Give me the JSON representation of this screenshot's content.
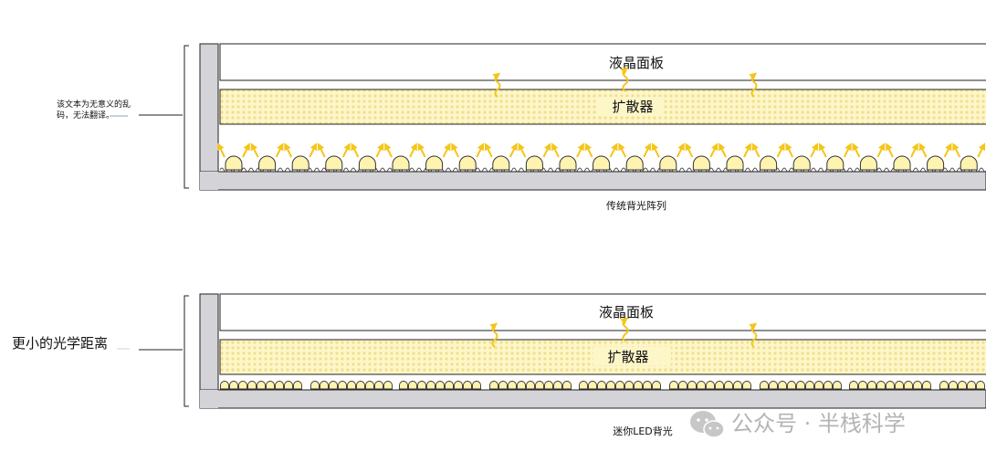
{
  "top": {
    "side_note": [
      "该文本为无意义的乱",
      "码，无法翻译。"
    ],
    "lcd_label": "液晶面板",
    "diffuser_label": "扩散器",
    "caption": "传统背光阵列"
  },
  "bottom": {
    "side_note": "更小的光学距离",
    "lcd_label": "液晶面板",
    "diffuser_label": "扩散器",
    "caption": "迷你LED背光"
  },
  "watermark": {
    "text": "公众号 · 半栈科学",
    "icon": "wechat-icon"
  },
  "colors": {
    "frame": "#d4d4d8",
    "diffuser_fill": "#fdf6c8",
    "diffuser_dots": "#f2e29a",
    "led_fill": "#fff3b0",
    "arrow": "#f5c518",
    "line": "#222222"
  }
}
